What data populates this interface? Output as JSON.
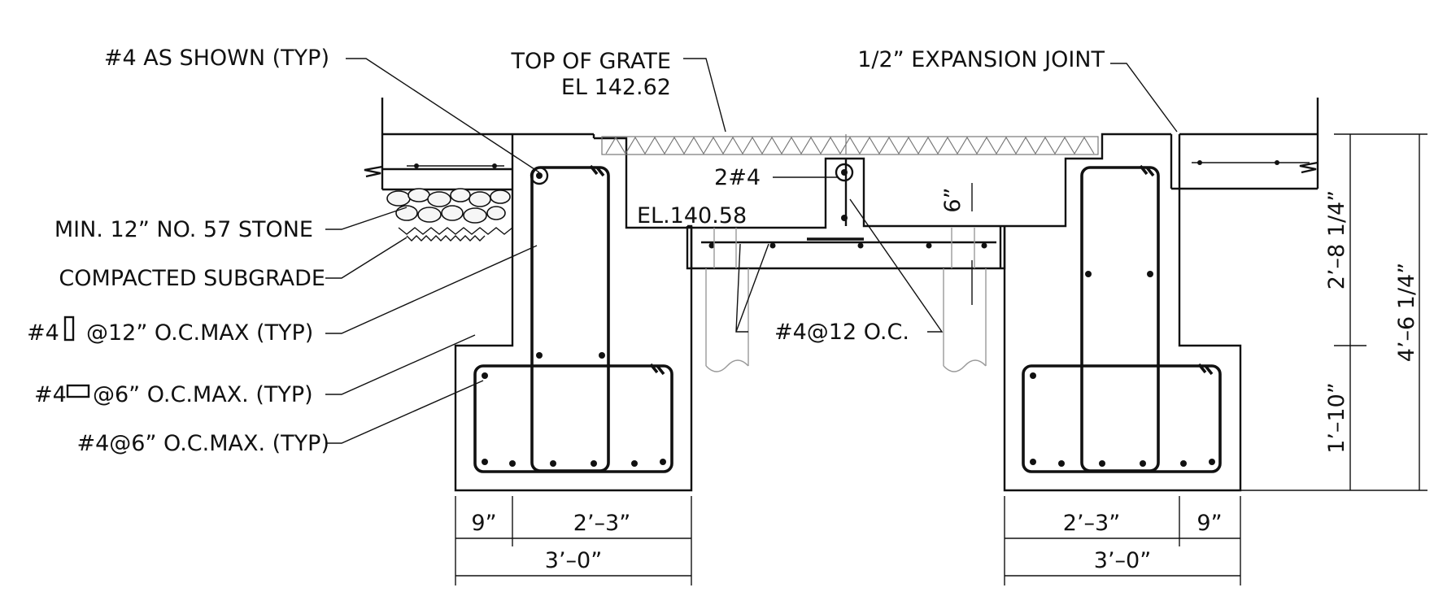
{
  "labels": {
    "rebar_as_shown": "#4 AS SHOWN (TYP)",
    "grate_top_line1": "TOP OF GRATE",
    "grate_top_line2": "EL 142.62",
    "expansion_joint": "1/2” EXPANSION JOINT",
    "stone": "MIN. 12” NO. 57 STONE",
    "subgrade": "COMPACTED SUBGRADE",
    "stirrup_prefix": "#4",
    "stirrup_suffix": "@12” O.C.MAX (TYP)",
    "tie_prefix": "#4",
    "tie_suffix": "@6” O.C.MAX. (TYP)",
    "footing_bars": "#4@6” O.C.MAX. (TYP)",
    "two_bars": "2#4",
    "elevation": "EL.140.58",
    "slab_bars": "#4@12 O.C."
  },
  "dimensions": {
    "slab_thickness": "6”",
    "wall_height": "2’–8 1/4”",
    "total_height": "4’–6 1/4”",
    "footing_height": "1’–10”",
    "left_toe": "9”",
    "left_wall": "2’–3”",
    "left_footing": "3’–0”",
    "right_wall": "2’–3”",
    "right_toe": "9”",
    "right_footing": "3’–0”"
  }
}
